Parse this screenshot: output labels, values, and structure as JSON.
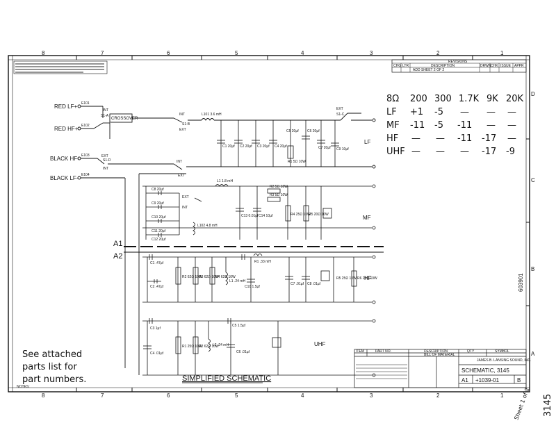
{
  "border": {
    "top_columns": [
      "8",
      "7",
      "6",
      "5",
      "4",
      "3",
      "2",
      "1"
    ],
    "bottom_columns": [
      "8",
      "7",
      "6",
      "5",
      "4",
      "3",
      "2",
      "1"
    ],
    "right_rows": [
      "D",
      "C",
      "B",
      "A"
    ]
  },
  "revisions": {
    "title": "REVISIONS",
    "headers": [
      "CHG",
      "LTR",
      "DESCRIPTION",
      "DRWN",
      "CHK",
      "ISSUE",
      "APPR"
    ],
    "row": [
      "",
      "",
      "ADD SHEET 2 OF 2",
      "",
      "",
      "",
      ""
    ]
  },
  "notes_table": {
    "headers": [
      "8Ω",
      "200",
      "300",
      "1.7K",
      "9K",
      "20K"
    ],
    "rows": [
      [
        "LF",
        "+1",
        "-5",
        "—",
        "—",
        "—"
      ],
      [
        "MF",
        "-11",
        "-5",
        "-11",
        "—",
        "—"
      ],
      [
        "HF",
        "—",
        "—",
        "-11",
        "-17",
        "—"
      ],
      [
        "UHF",
        "—",
        "—",
        "—",
        "-17",
        "-9"
      ]
    ]
  },
  "inputs": {
    "red_lf": "RED LF+",
    "red_lf_ref": "E101",
    "red_hf": "RED HF+",
    "red_hf_ref": "E102",
    "black_hf": "BLACK HF-",
    "black_hf_ref": "E103",
    "black_lf": "BLACK LF-",
    "black_lf_ref": "E104"
  },
  "switches": {
    "s1a": "S1-A",
    "s1b": "S1-B",
    "s1c": "S1-C",
    "s1d": "S1-D",
    "int": "INT",
    "ext": "EXT"
  },
  "crossover": "CROSSOVER",
  "sections": {
    "lf": "LF",
    "mf": "MF",
    "hf": "HF",
    "uhf": "UHF",
    "a1": "A1",
    "a2": "A2"
  },
  "components": {
    "lf": [
      "C1 20µf",
      "C2 20µf",
      "C3 20µf",
      "C4 20µf",
      "C5 20µf",
      "C6 20µf",
      "C7 20µf",
      "R1 5Ω 10W",
      "C9 10µf",
      "L101 3.6 mH"
    ],
    "mf": [
      "C8 20µf",
      "C9 20µf",
      "C10 20µf",
      "C11 20µf",
      "C12 20µf",
      "L1 1.8 mH",
      "L102 4.8 mH",
      "C13 0.01µf",
      "C14 10µf",
      "R2 5Ω 10W",
      "R3 5Ω 10W",
      "R4 25Ω 10W",
      "R5 20Ω 10W"
    ],
    "hf": [
      "C1 .47µf",
      "C2 .47µf",
      "R1 .33 mH",
      "L1 .24 mH",
      "C10 1.5µf",
      "R2 62Ω 10W",
      "R3 62Ω 10W",
      "R4 62Ω 10W",
      "C7 .01µf",
      "C8 .01µf",
      "R5 25Ω 10W",
      "R6 20Ω 10W"
    ],
    "uhf": [
      "C3 1µf",
      "C4 .01µf",
      "C5 1.5µf",
      "R1 25Ω 10W",
      "R2 62Ω 10W",
      "L2 .24 mH",
      "C6 .01µf"
    ]
  },
  "title": "SIMPLIFIED SCHEMATIC",
  "handwritten_note": "See attached parts list for part numbers.",
  "notes_label": "NOTES:",
  "side_number": "603901",
  "rotated_number": "3145",
  "rotated_sheet": "Sheet 1 of 2",
  "title_block": {
    "bom_title": "BILL OF MATERIAL",
    "bom_headers": [
      "ITEM",
      "PART NO.",
      "DESCRIPTION",
      "QTY",
      "SYMBOL"
    ],
    "company": "JAMES B. LANSING SOUND, INC.",
    "drawing_title": "SCHEMATIC, 3145",
    "size": "A1",
    "drawing_number": "+1039-01",
    "rev": "B"
  }
}
